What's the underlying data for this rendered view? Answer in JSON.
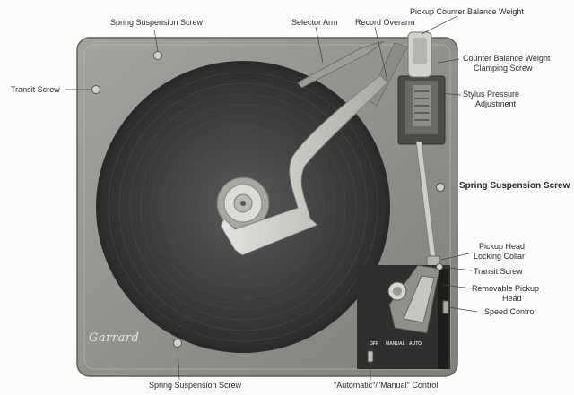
{
  "labels": {
    "spring_suspension_top": "Spring Suspension Screw",
    "selector_arm": "Selector Arm",
    "record_overarm": "Record Overarm",
    "pickup_counter_balance": "Pickup Counter Balance Weight",
    "counter_balance_clamp_1": "Counter Balance Weight",
    "counter_balance_clamp_2": "Clamping Screw",
    "transit_screw_left": "Transit Screw",
    "stylus_pressure_1": "Stylus Pressure",
    "stylus_pressure_2": "Adjustment",
    "spring_suspension_right": "Spring Suspension Screw",
    "pickup_head_collar_1": "Pickup Head",
    "pickup_head_collar_2": "Locking Collar",
    "transit_screw_right": "Transit Screw",
    "removable_head_1": "Removable Pickup",
    "removable_head_2": "Head",
    "speed_control": "Speed Control",
    "spring_suspension_bottom": "Spring Suspension Screw",
    "auto_manual_control": "\"Automatic\"/\"Manual\" Control"
  },
  "brand": "Garrard",
  "control_markings": {
    "off": "OFF",
    "manual": "MANUAL",
    "auto": "AUTO"
  },
  "colors": {
    "plinth": "#8f8f8c",
    "platter": "#3b3b3b",
    "metal": "#c9c9c4",
    "ink": "#2a2a2a"
  }
}
